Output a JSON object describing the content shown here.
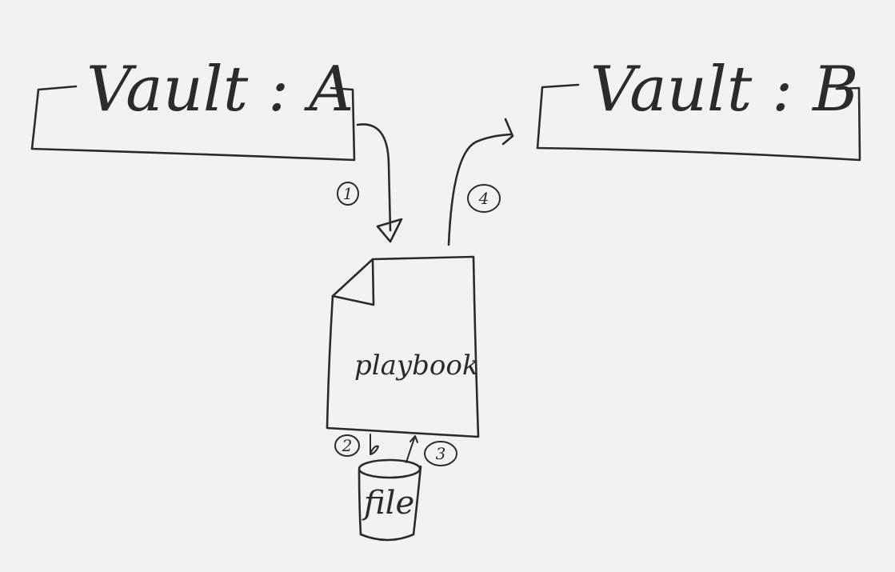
{
  "diagram": {
    "vault_a": {
      "label": "Vault : A"
    },
    "vault_b": {
      "label": "Vault : B"
    },
    "playbook": {
      "label": "playbook"
    },
    "file": {
      "label": "file"
    },
    "steps": [
      {
        "number": "1"
      },
      {
        "number": "2"
      },
      {
        "number": "3"
      },
      {
        "number": "4"
      }
    ]
  },
  "colors": {
    "background": "#f2f2f2",
    "ink": "#2b2b2b"
  }
}
